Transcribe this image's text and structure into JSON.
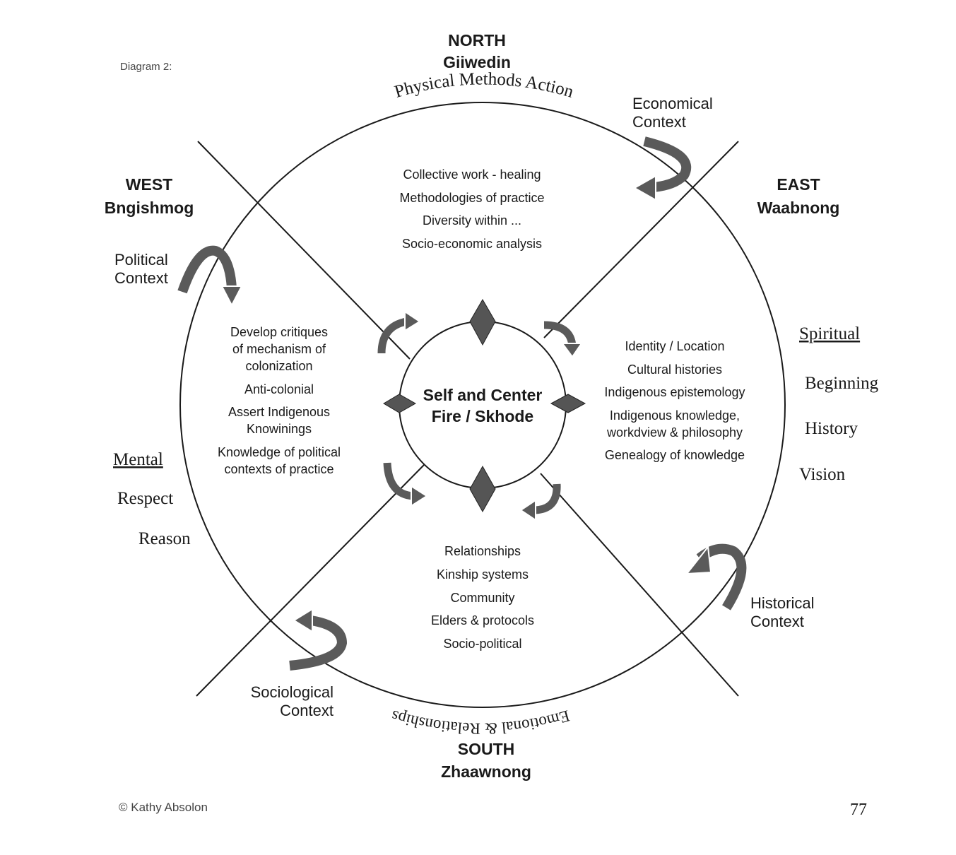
{
  "header": {
    "diagram_label": "Diagram 2:"
  },
  "footer": {
    "copyright": "© Kathy Absolon",
    "page_number": "77"
  },
  "directions": {
    "north": {
      "title": "NORTH",
      "name": "Giiwedin"
    },
    "east": {
      "title": "EAST",
      "name": "Waabnong"
    },
    "south": {
      "title": "SOUTH",
      "name": "Zhaawnong"
    },
    "west": {
      "title": "WEST",
      "name": "Bngishmog"
    }
  },
  "arc_labels": {
    "north": [
      "Physical",
      "Methods",
      "Action"
    ],
    "south": "Emotional & Relationships"
  },
  "side_aspects": {
    "east": [
      {
        "text": "Spiritual",
        "underline": true
      },
      {
        "text": "Beginning",
        "underline": false
      },
      {
        "text": "History",
        "underline": false
      },
      {
        "text": "Vision",
        "underline": false
      }
    ],
    "west": [
      {
        "text": "Mental",
        "underline": true
      },
      {
        "text": "Respect",
        "underline": false
      },
      {
        "text": "Reason",
        "underline": false
      }
    ]
  },
  "contexts": {
    "economical": [
      "Economical",
      "Context"
    ],
    "political": [
      "Political",
      "Context"
    ],
    "historical": [
      "Historical",
      "Context"
    ],
    "sociological": [
      "Sociological",
      "Context"
    ]
  },
  "center": {
    "line1": "Self and Center",
    "line2": "Fire / Skhode"
  },
  "quadrants": {
    "north": [
      "Collective work - healing",
      "Methodologies of practice",
      "Diversity within ...",
      "Socio-economic analysis"
    ],
    "east": [
      "Identity / Location",
      "Cultural histories",
      "Indigenous epistemology",
      "Indigenous knowledge,",
      "workdview & philosophy",
      "Genealogy of knowledge"
    ],
    "south": [
      "Relationships",
      "Kinship systems",
      "Community",
      "Elders & protocols",
      "Socio-political"
    ],
    "west": [
      "Develop critiques",
      "of mechanism of",
      "colonization",
      "Anti-colonial",
      "Assert Indigenous",
      "Knowinings",
      "Knowledge of political",
      "contexts of practice"
    ]
  },
  "colors": {
    "line": "#1a1a1a",
    "arrow": "#5a5a5a",
    "diamond": "#555555"
  }
}
